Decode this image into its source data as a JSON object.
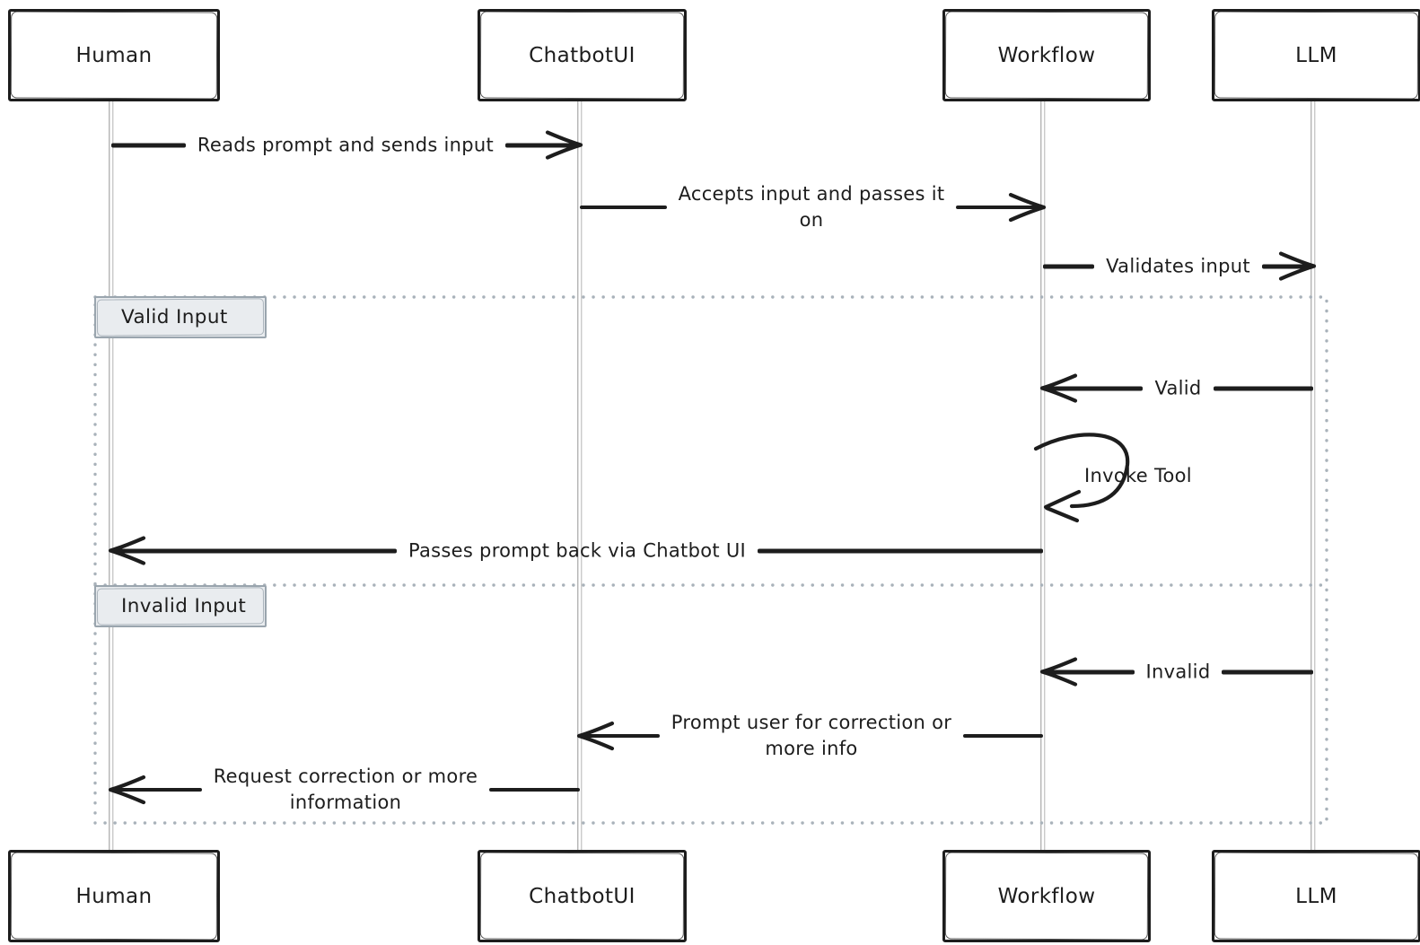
{
  "diagram": {
    "type": "sequence-diagram",
    "style": "hand-drawn",
    "actors": [
      {
        "id": "human",
        "label": "Human"
      },
      {
        "id": "chatbotui",
        "label": "ChatbotUI"
      },
      {
        "id": "workflow",
        "label": "Workflow"
      },
      {
        "id": "llm",
        "label": "LLM"
      }
    ],
    "messages": [
      {
        "from": "Human",
        "to": "ChatbotUI",
        "arrow": "right",
        "label": "Reads prompt and sends input"
      },
      {
        "from": "ChatbotUI",
        "to": "Workflow",
        "arrow": "right",
        "label": "Accepts input and passes it\non"
      },
      {
        "from": "Workflow",
        "to": "LLM",
        "arrow": "right",
        "label": "Validates input"
      },
      {
        "from": "LLM",
        "to": "Workflow",
        "arrow": "left",
        "label": "Valid"
      },
      {
        "from": "Workflow",
        "to": "Workflow",
        "arrow": "self",
        "label": "Invoke Tool"
      },
      {
        "from": "Workflow",
        "to": "Human",
        "arrow": "left",
        "label": "Passes prompt back via Chatbot UI"
      },
      {
        "from": "LLM",
        "to": "Workflow",
        "arrow": "left",
        "label": "Invalid"
      },
      {
        "from": "Workflow",
        "to": "ChatbotUI",
        "arrow": "left",
        "label": "Prompt user for correction or\nmore info"
      },
      {
        "from": "ChatbotUI",
        "to": "Human",
        "arrow": "left",
        "label": "Request correction or more\ninformation"
      }
    ],
    "frames": [
      {
        "kind": "alt-section",
        "label": "Valid Input"
      },
      {
        "kind": "alt-section",
        "label": "Invalid Input"
      }
    ],
    "colors": {
      "ink": "#1d1d1d",
      "lifeline": "#979797",
      "frame_border": "#a9b2ba",
      "frame_label_fill": "#e9ecef",
      "frame_label_border": "#9aa5ae",
      "background": "#ffffff"
    }
  }
}
